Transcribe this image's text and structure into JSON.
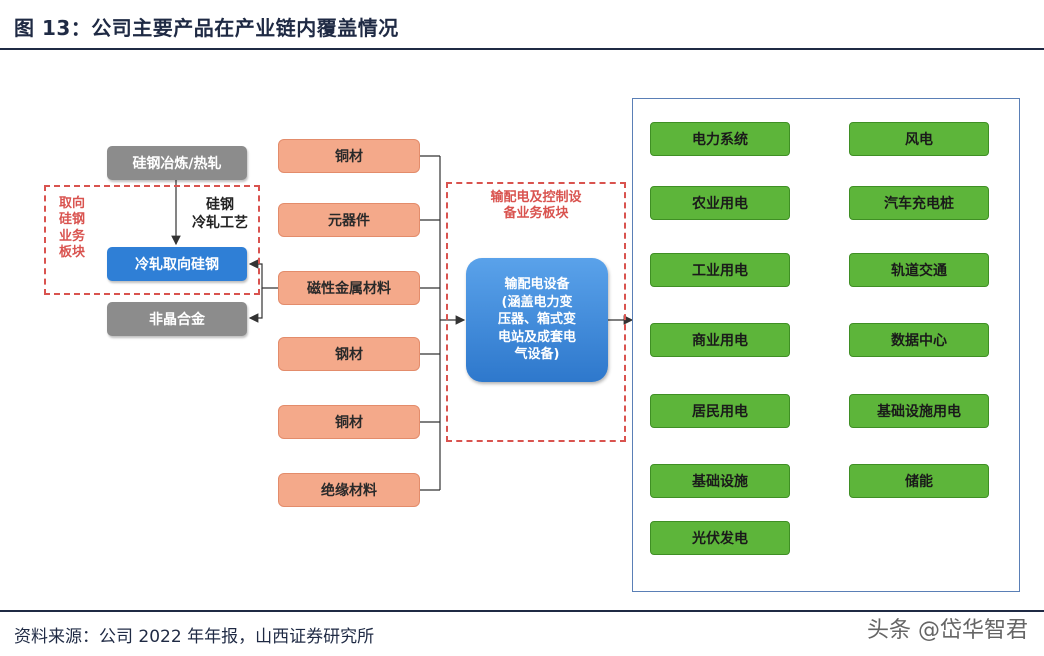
{
  "title": "图 13：公司主要产品在产业链内覆盖情况",
  "source": "资料来源：公司 2022 年年报，山西证券研究所",
  "watermark": "头条 @岱华智君",
  "left_section": {
    "top_box": "硅钢冶炼/热轧",
    "process_label": "硅钢\n冷轧工艺",
    "group_label": "取向\n硅钢\n业务\n板块",
    "main_box": "冷轧取向硅钢",
    "bottom_box": "非晶合金"
  },
  "materials": [
    "铜材",
    "元器件",
    "磁性金属材料",
    "钢材",
    "铜材",
    "绝缘材料"
  ],
  "center": {
    "group_label": "输配电及控制设\n备业务板块",
    "main_box": "输配电设备\n(涵盖电力变\n压器、箱式变\n电站及成套电\n气设备)"
  },
  "applications_left": [
    "电力系统",
    "农业用电",
    "工业用电",
    "商业用电",
    "居民用电",
    "基础设施",
    "光伏发电"
  ],
  "applications_right": [
    "风电",
    "汽车充电桩",
    "轨道交通",
    "数据中心",
    "基础设施用电",
    "储能"
  ],
  "colors": {
    "title": "#1f2a44",
    "dash_red": "#d9534f",
    "orange": "#f4a98a",
    "green": "#5db53a",
    "blue": "#2f7fd6",
    "gray": "#8c8c8c"
  }
}
